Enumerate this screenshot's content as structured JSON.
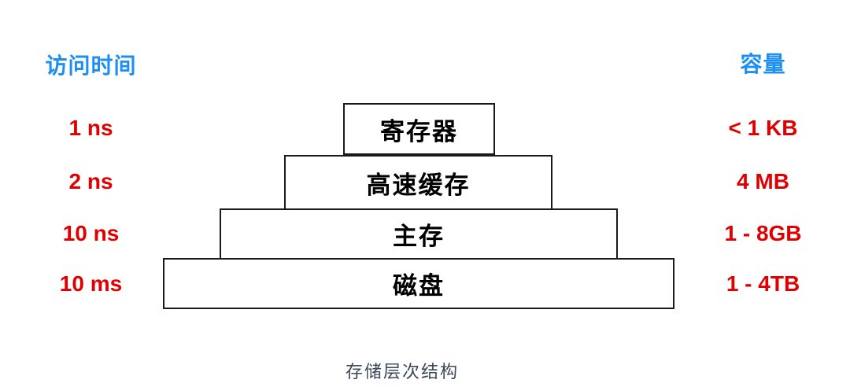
{
  "diagram": {
    "caption": "存储层次结构",
    "headers": {
      "left": "访问时间",
      "right": "容量"
    },
    "rows": [
      {
        "time": "1 ns",
        "label": "寄存器",
        "capacity": "< 1 KB"
      },
      {
        "time": "2 ns",
        "label": "高速缓存",
        "capacity": "4 MB"
      },
      {
        "time": "10 ns",
        "label": "主存",
        "capacity": "1 - 8GB"
      },
      {
        "time": "10 ms",
        "label": "磁盘",
        "capacity": "1 - 4TB"
      }
    ],
    "colors": {
      "header_text": "#1E8FF2",
      "value_text": "#E00000",
      "box_border": "#1A1A1A",
      "box_label": "#000000",
      "caption_text": "#3C4858",
      "background": "#FFFFFF"
    }
  }
}
